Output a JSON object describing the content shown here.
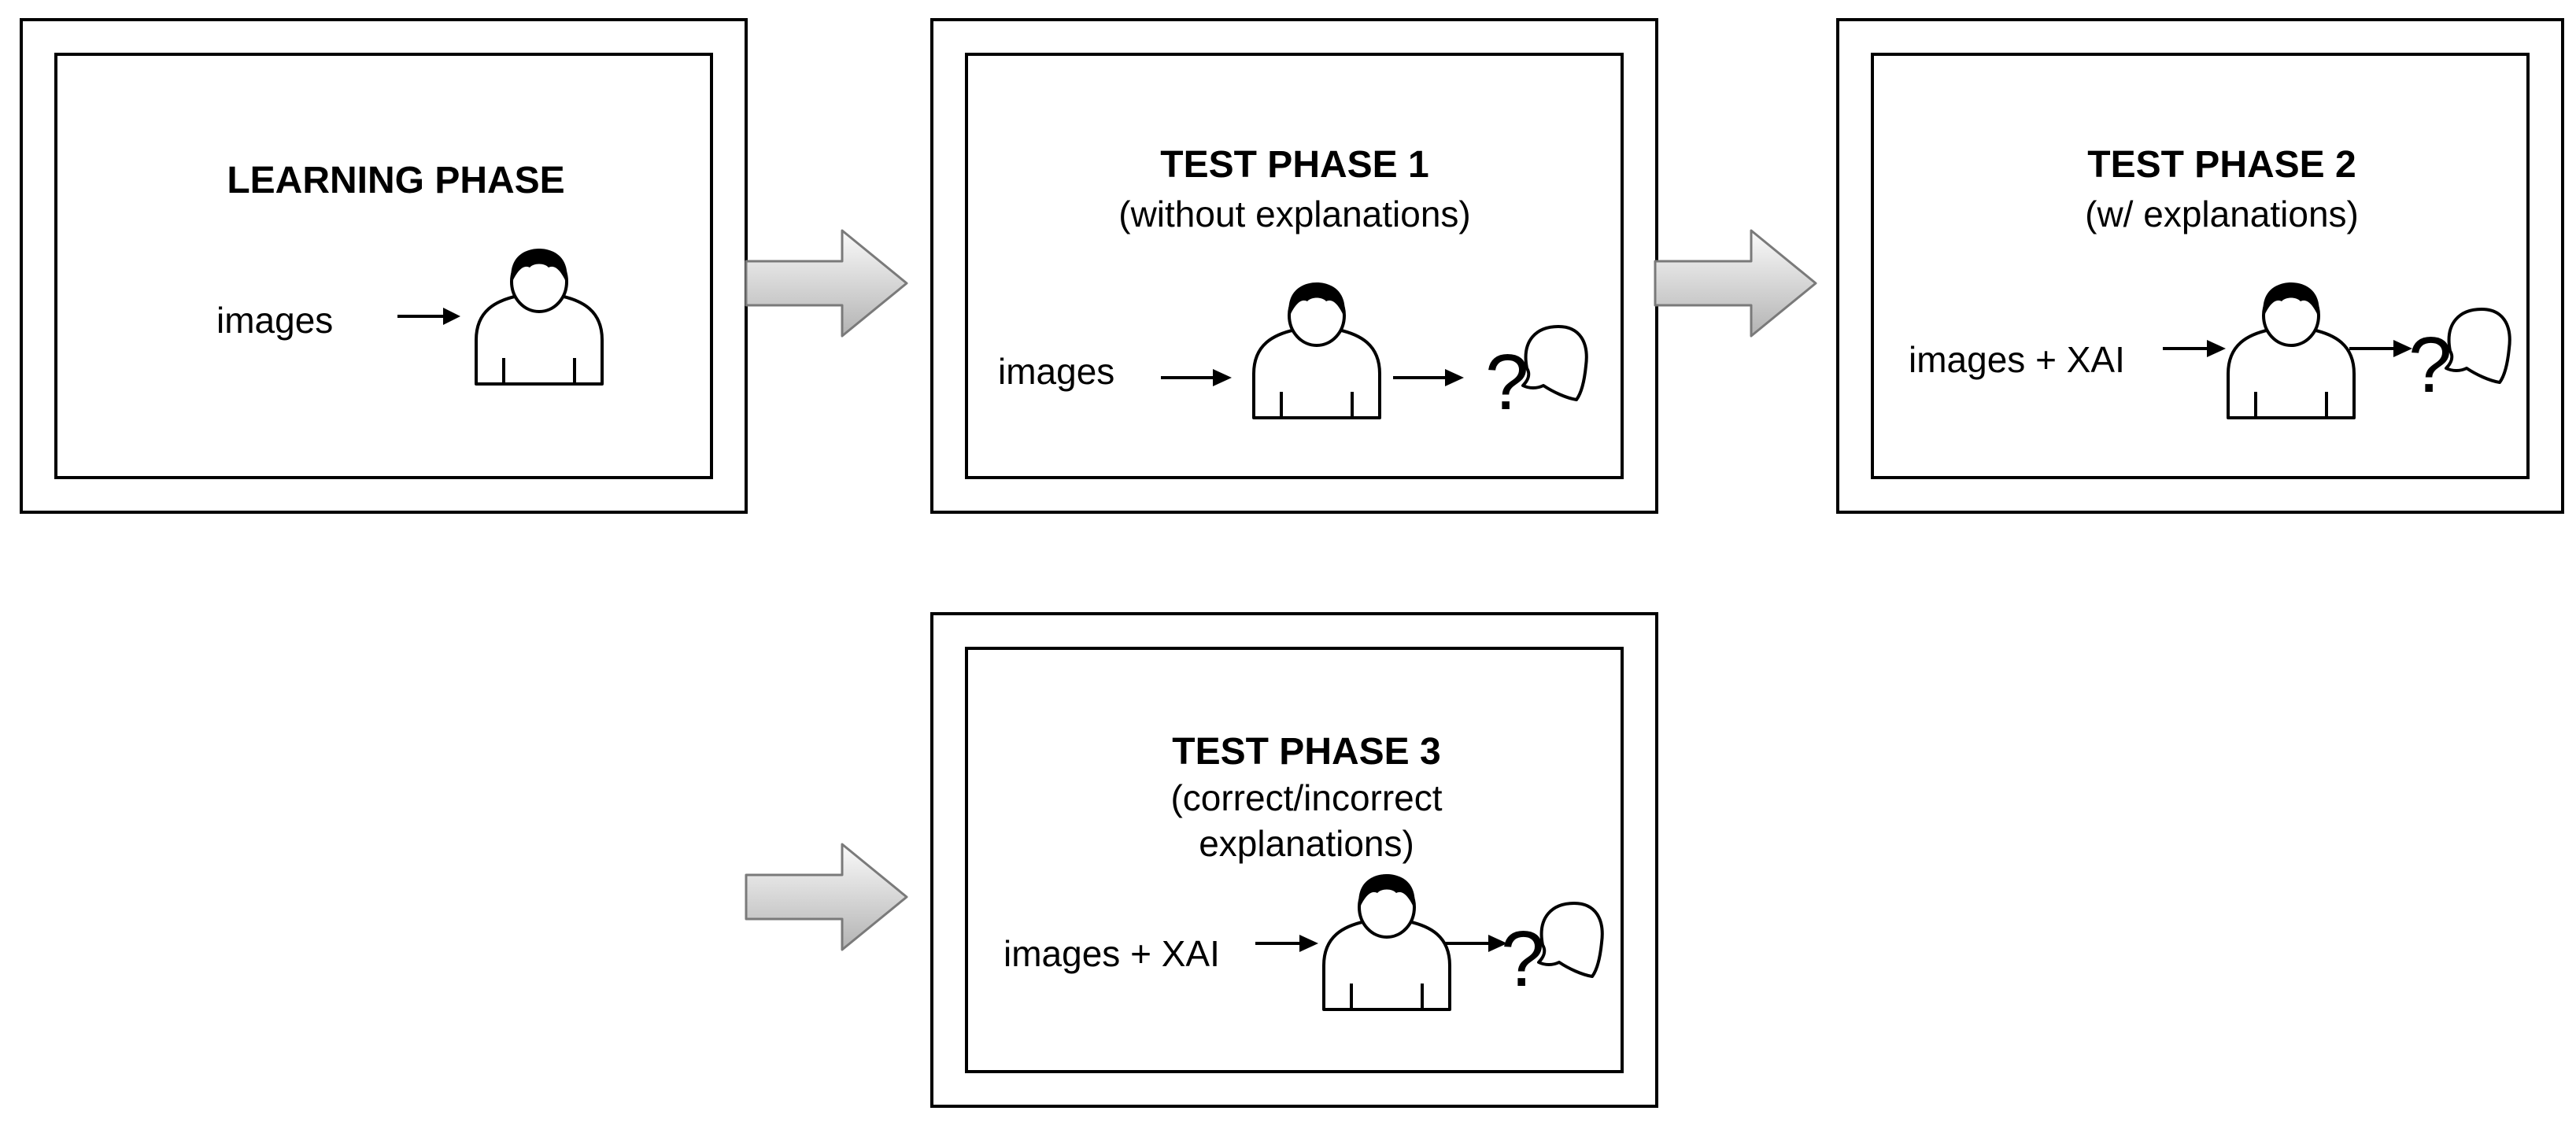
{
  "panels": {
    "learning": {
      "title": "LEARNING PHASE",
      "input_label": "images"
    },
    "test1": {
      "title": "TEST PHASE 1",
      "subtitle": "(without explanations)",
      "input_label": "images"
    },
    "test2": {
      "title": "TEST PHASE 2",
      "subtitle": "(w/ explanations)",
      "input_label": "images + XAI"
    },
    "test3": {
      "title": "TEST PHASE 3",
      "subtitle_line1": "(correct/incorrect",
      "subtitle_line2": "explanations)",
      "input_label": "images + XAI"
    }
  },
  "icons": {
    "person": "person-icon",
    "question": "question-bubble-icon",
    "arrow": "arrow-right-icon",
    "flow": "flow-arrow-icon"
  },
  "colors": {
    "flow_arrow_light": "#f2f2f2",
    "flow_arrow_dark": "#b0b0b0",
    "stroke": "#000000"
  }
}
